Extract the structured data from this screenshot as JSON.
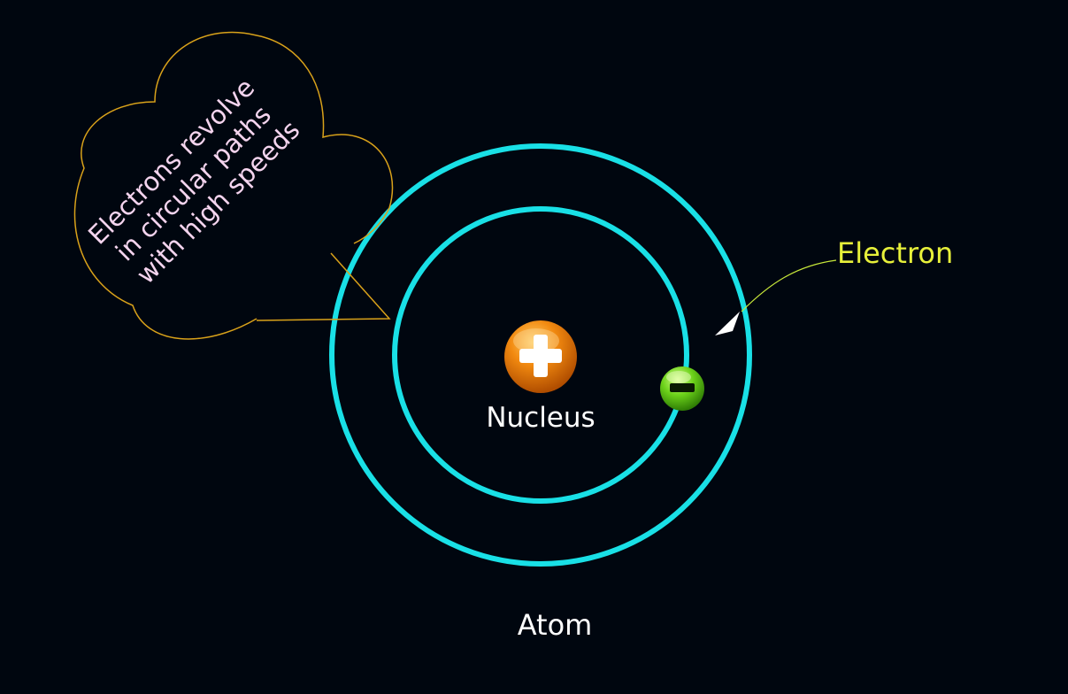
{
  "diagram": {
    "title": "Atom",
    "nucleus_label": "Nucleus",
    "electron_label": "Electron",
    "callout_lines": [
      "Electrons  revolve",
      "in circular paths",
      "with high speeds"
    ],
    "nucleus_symbol": "plus-sign",
    "electron_symbol": "minus-sign"
  },
  "colors": {
    "background": "#00060f",
    "orbit": "#19e0e6",
    "nucleus": "#f07d0a",
    "electron": "#5fc414",
    "electron_label": "#e7f03a",
    "callout_outline": "#d9a21a",
    "callout_text": "#f4d4ee",
    "text": "#ffffff"
  }
}
